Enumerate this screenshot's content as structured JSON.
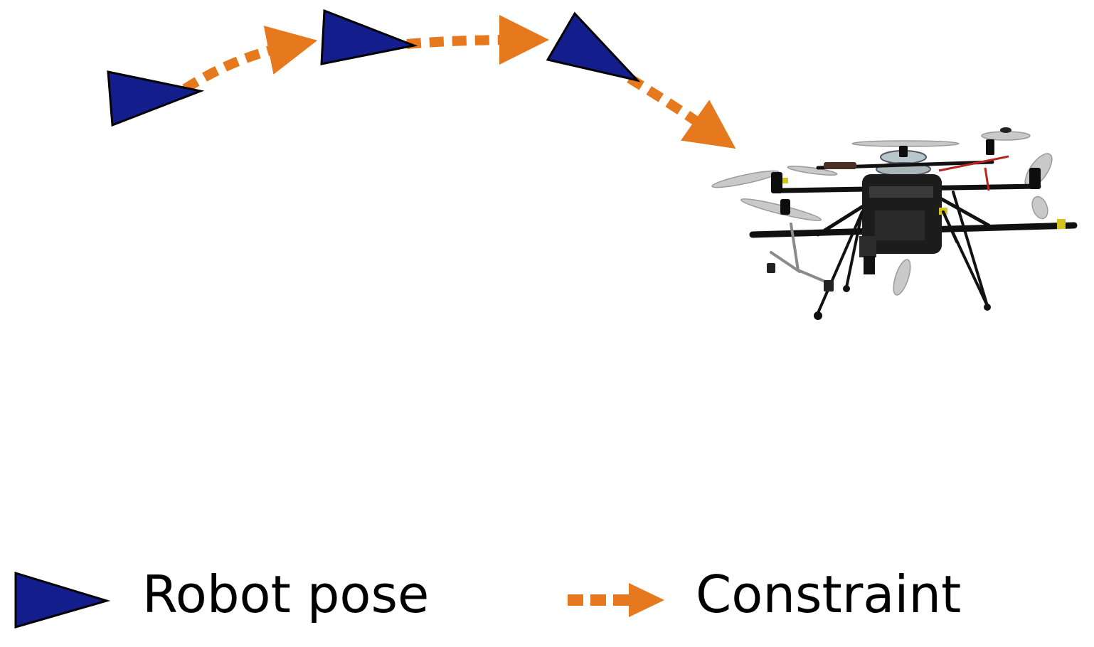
{
  "colors": {
    "pose_fill": "#131D8C",
    "pose_stroke": "#000000",
    "constraint": "#E6781E",
    "background": "#FFFFFF"
  },
  "diagram": {
    "poses": [
      {
        "id": "pose-1"
      },
      {
        "id": "pose-2"
      },
      {
        "id": "pose-3"
      }
    ],
    "constraints": [
      {
        "from": "pose-1",
        "to": "pose-2"
      },
      {
        "from": "pose-2",
        "to": "pose-3"
      },
      {
        "from": "pose-3",
        "to": "drone"
      }
    ],
    "drone": {
      "icon": "multirotor-drone-icon"
    }
  },
  "legend": {
    "pose_label": "Robot pose",
    "constraint_label": "Constraint"
  }
}
